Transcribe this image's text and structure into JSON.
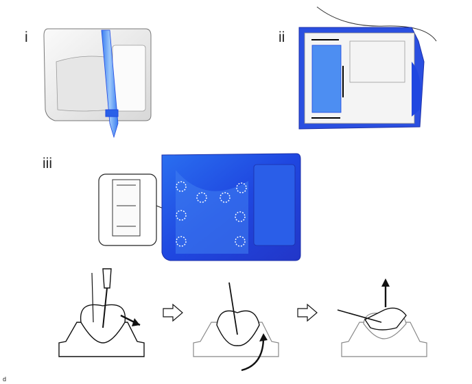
{
  "panels": {
    "i": "i",
    "ii": "ii",
    "iii": "iii"
  },
  "figure_code": "d",
  "clip_count": 8,
  "colors": {
    "blue": "#1f47e0",
    "light_blue": "#5aa6f5",
    "panel_grey": "#f2f2f2",
    "outline": "#111111"
  },
  "icons": [
    "screwdriver-icon",
    "arrow-right-icon",
    "curved-arrow-icon",
    "arrow-up-icon"
  ]
}
